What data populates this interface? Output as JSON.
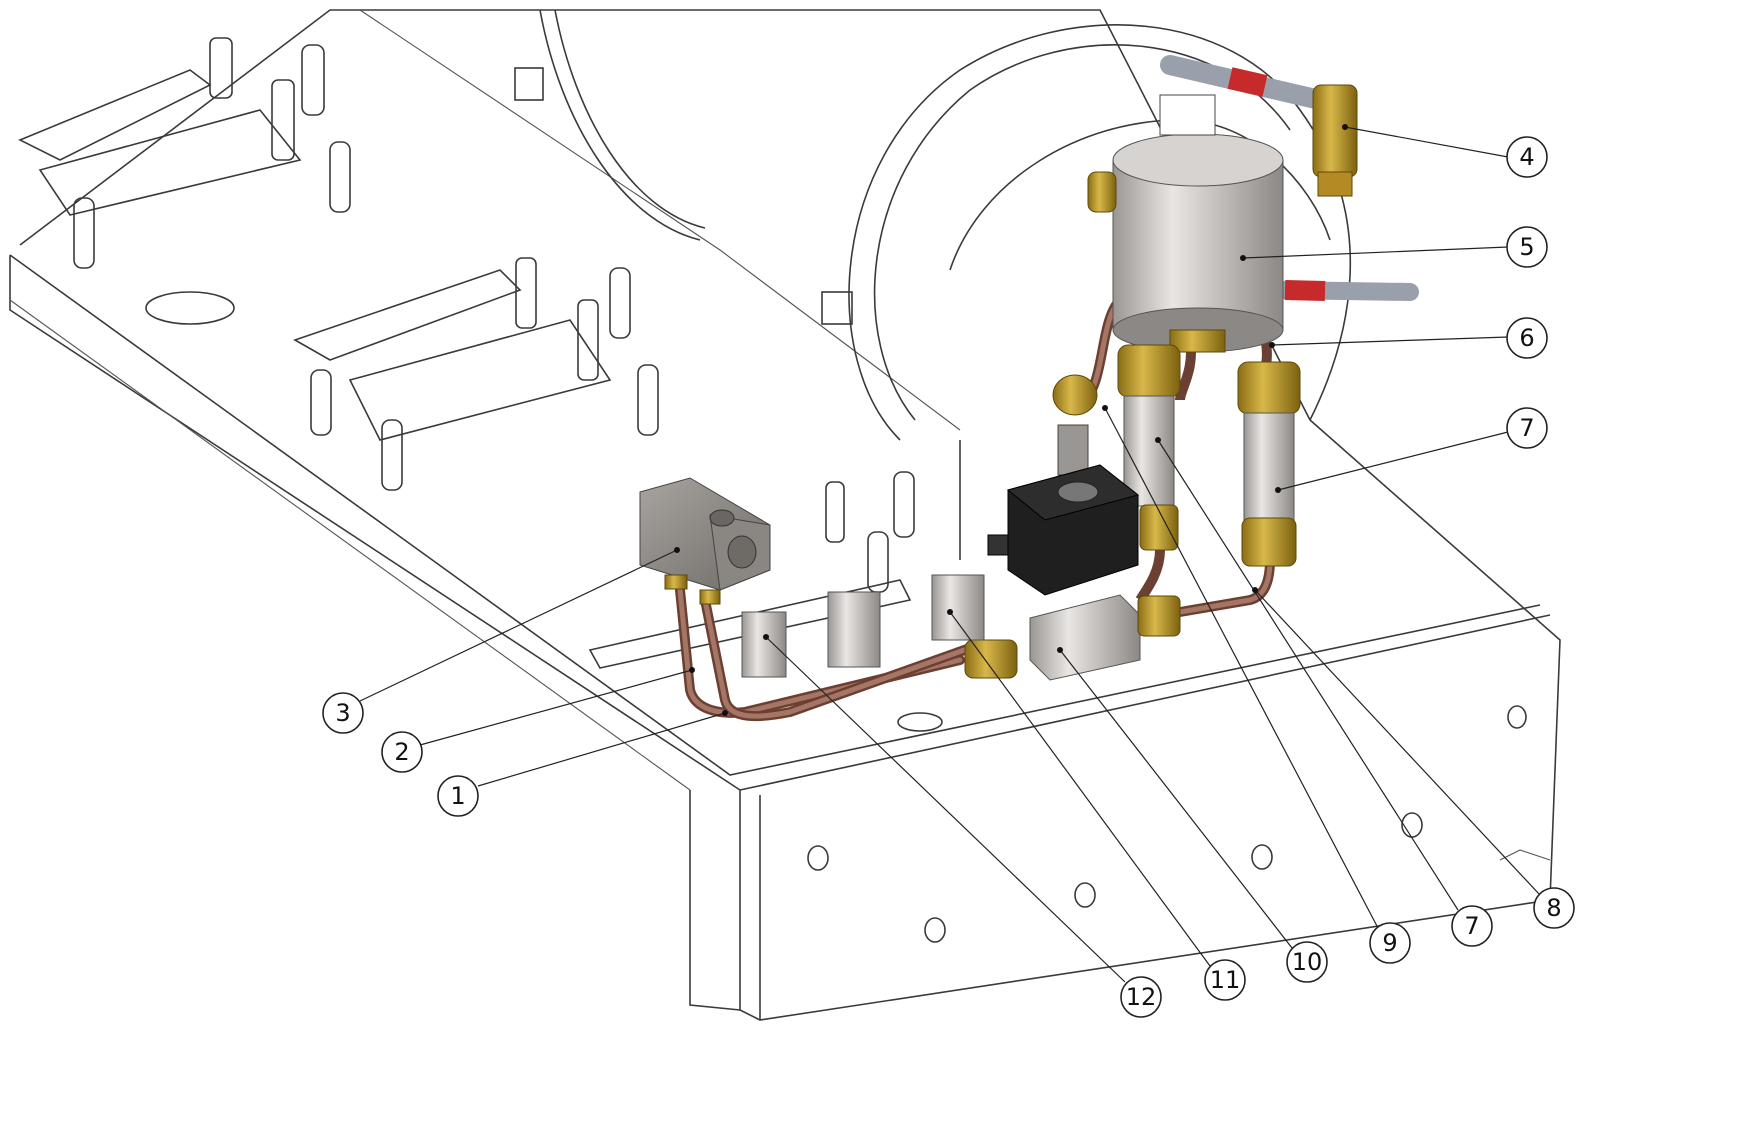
{
  "callouts": [
    {
      "id": "c1",
      "label": "1"
    },
    {
      "id": "c2",
      "label": "2"
    },
    {
      "id": "c3",
      "label": "3"
    },
    {
      "id": "c4",
      "label": "4"
    },
    {
      "id": "c5",
      "label": "5"
    },
    {
      "id": "c6",
      "label": "6"
    },
    {
      "id": "c7a",
      "label": "7"
    },
    {
      "id": "c7b",
      "label": "7"
    },
    {
      "id": "c8",
      "label": "8"
    },
    {
      "id": "c9",
      "label": "9"
    },
    {
      "id": "c10",
      "label": "10"
    },
    {
      "id": "c11",
      "label": "11"
    },
    {
      "id": "c12",
      "label": "12"
    }
  ],
  "colors": {
    "copper": "#8a5a4a",
    "brass": "#b8962e",
    "steel": "#b9b6b3",
    "coil": "#1f1f1f",
    "red_band": "#c62a2a",
    "block": "#8e8a86"
  }
}
